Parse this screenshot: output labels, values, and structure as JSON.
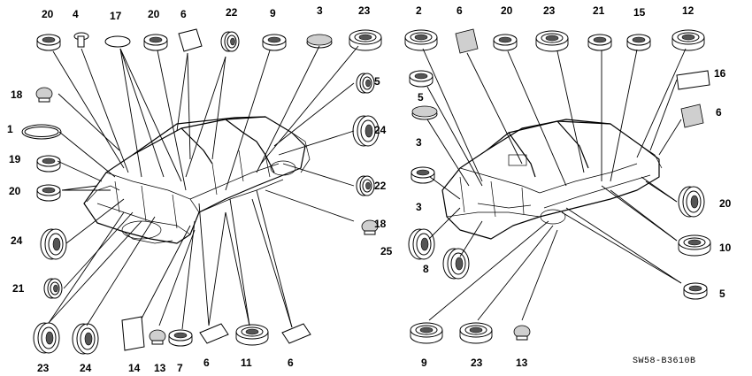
{
  "diagram": {
    "code": "SW58-B3610B",
    "left_car": {
      "labels": [
        "20",
        "4",
        "17",
        "20",
        "6",
        "22",
        "9",
        "3",
        "23",
        "18",
        "5",
        "1",
        "24",
        "19",
        "20",
        "22",
        "18",
        "24",
        "21",
        "23",
        "24",
        "14",
        "13",
        "7",
        "6",
        "11",
        "6"
      ]
    },
    "right_car": {
      "labels": [
        "2",
        "6",
        "20",
        "23",
        "21",
        "15",
        "12",
        "5",
        "16",
        "3",
        "6",
        "3",
        "20",
        "25",
        "10",
        "8",
        "5",
        "9",
        "23",
        "13"
      ]
    }
  }
}
